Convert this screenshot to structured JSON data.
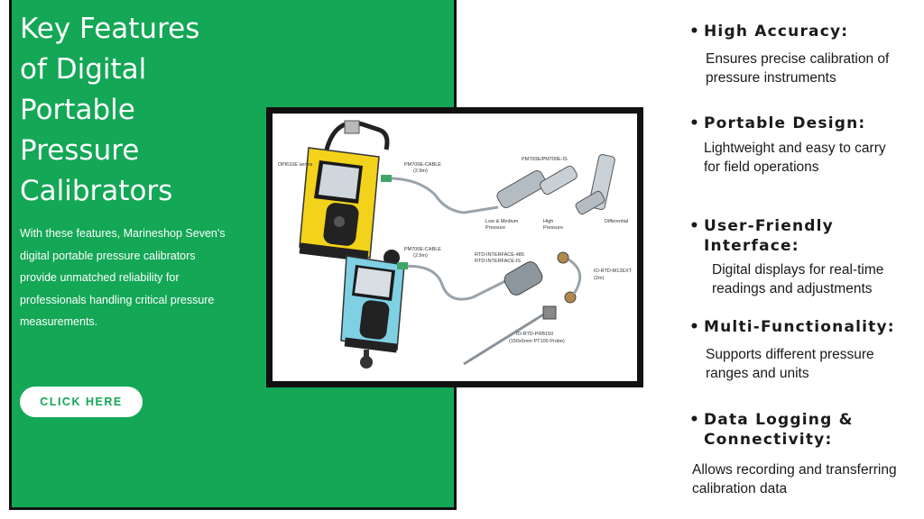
{
  "hero": {
    "headline_lines": [
      "Key Features",
      "of Digital",
      "Portable",
      "Pressure",
      "Calibrators"
    ],
    "intro_lines": [
      "With these features, Marineshop Seven's",
      "digital portable pressure calibrators",
      "provide unmatched reliability for",
      "professionals handling critical pressure",
      "measurements."
    ],
    "cta_label": "CLICK HERE"
  },
  "product_image": {
    "labels": {
      "series": "DPI610E series",
      "cable_top": "PM700E-CABLE",
      "cable_top_len": "(2.9m)",
      "modules": "PM700E/PM700E-IS",
      "low_medium": "Low & Medium",
      "pressure_a": "Pressure",
      "high": "High",
      "pressure_b": "Pressure",
      "differential": "Differential",
      "cable_bottom": "PM700E-CABLE",
      "cable_bottom_len": "(2.9m)",
      "rtd_485": "RTD-INTERFACE-485",
      "rtd_is": "RTD-INTERFACE-IS",
      "m12ext": "IO-RTD-M12EXT",
      "m12ext_len": "(2m)",
      "probe": "IO-RTD-PRB150",
      "probe_spec": "(150x6mm PT100 Probe)"
    }
  },
  "features": [
    {
      "title": "High Accuracy:",
      "desc_lines": [
        "Ensures precise calibration of",
        "pressure instruments"
      ]
    },
    {
      "title": "Portable Design:",
      "desc_lines": [
        "Lightweight and easy to carry",
        "for field operations"
      ]
    },
    {
      "title": "User-Friendly Interface:",
      "desc_lines": [
        "Digital displays for real-time",
        "readings and adjustments"
      ]
    },
    {
      "title": "Multi-Functionality:",
      "desc_lines": [
        "Supports different pressure",
        "ranges and units"
      ]
    },
    {
      "title_lines": [
        "Data Logging &",
        "Connectivity:"
      ],
      "desc_lines": [
        "Allows recording and transferring",
        "calibration data"
      ]
    }
  ],
  "colors": {
    "brand_green": "#13a756",
    "frame": "#111111",
    "text": "#1a1a1a",
    "yellow_device": "#f2d21b",
    "blue_device": "#7fd0e3"
  }
}
